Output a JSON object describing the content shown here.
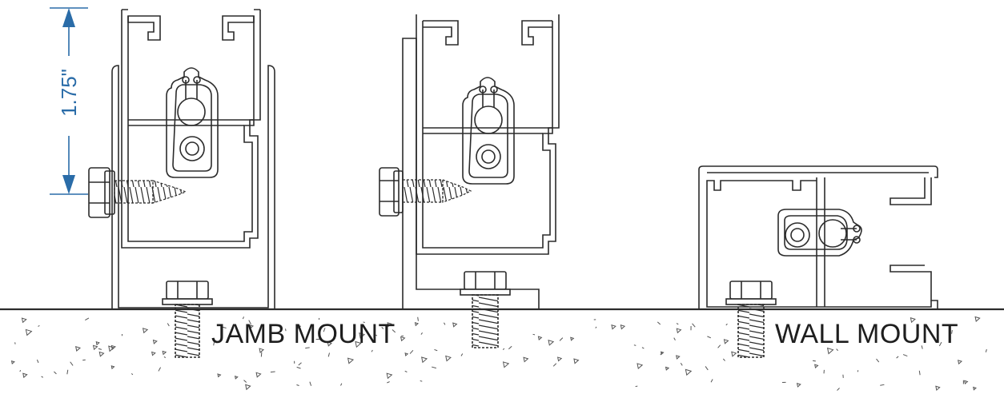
{
  "dimension": {
    "value_label": "1.75\""
  },
  "labels": {
    "jamb_mount": "JAMB MOUNT",
    "wall_mount": "WALL MOUNT"
  },
  "colors": {
    "dimension": "#2a6ca8",
    "linework": "#2b2b2b",
    "background": "#ffffff"
  }
}
